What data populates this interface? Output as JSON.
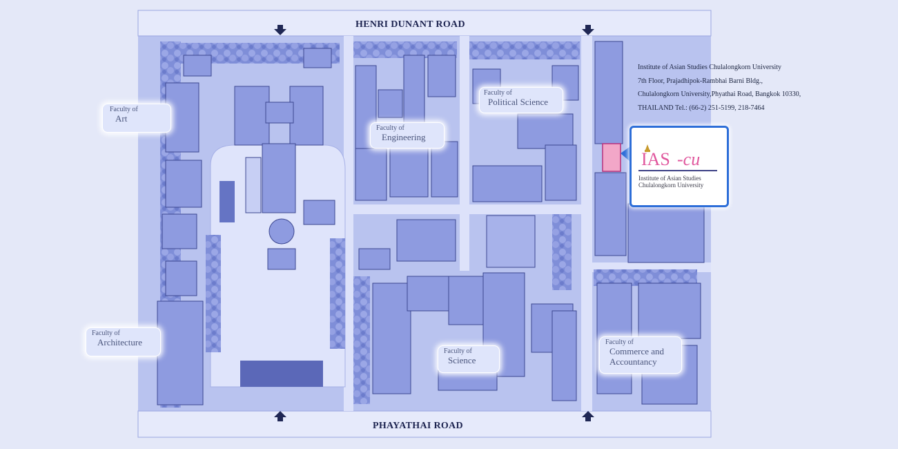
{
  "roads": {
    "north": "HENRI DUNANT ROAD",
    "south": "PHAYATHAI ROAD"
  },
  "faculties": {
    "art": {
      "small": "Faculty of",
      "big": "Art"
    },
    "architecture": {
      "small": "Faculty of",
      "big": "Architecture"
    },
    "engineering": {
      "small": "Faculty of",
      "big": "Engineering"
    },
    "political_science": {
      "small": "Faculty of",
      "big": "Political Science"
    },
    "science": {
      "small": "Faculty of",
      "big": "Science"
    },
    "commerce": {
      "small": "Faculty of",
      "big1": "Commerce and",
      "big2": "Accountancy"
    }
  },
  "address": {
    "line1": "Institute of Asian Studies Chulalongkorn University",
    "line2": "7th Floor, Prajadhipok-Rambhai Barni Bldg.,",
    "line3": "Chulalongkorn University,Phyathai Road, Bangkok 10330,",
    "line4": "THAILAND Tel.: (66-2) 251-5199, 218-7464"
  },
  "logo": {
    "mark_left": "IAS",
    "mark_right": "-cu",
    "line1": "Institute of Asian Studies",
    "line2": "Chulalongkorn University"
  },
  "colors": {
    "background": "#e4e8f8",
    "map_ground": "#b9c3ef",
    "building": "#8e9be0",
    "road": "#e6eafb",
    "highlight_building": "#f2a7c8",
    "logo_pink": "#e0579d",
    "logo_border": "#2d6ed8"
  },
  "icons": [
    "down-arrow-icon",
    "up-arrow-icon",
    "location-marker-icon"
  ]
}
